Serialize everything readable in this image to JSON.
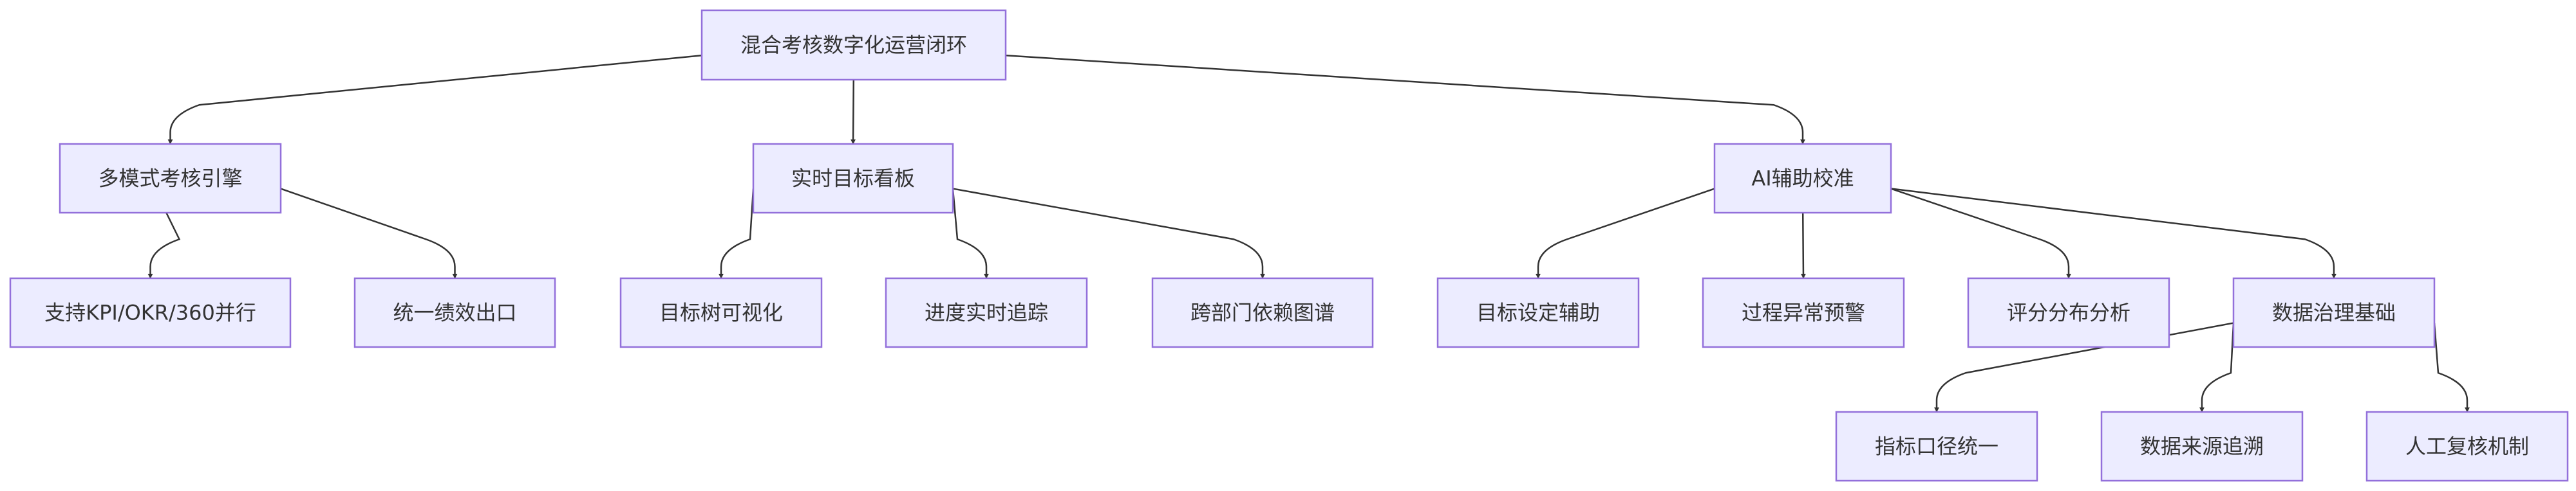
{
  "diagram": {
    "nodes": [
      {
        "id": "root",
        "label": "混合考核数字化运营闭环"
      },
      {
        "id": "engine",
        "label": "多模式考核引擎"
      },
      {
        "id": "board",
        "label": "实时目标看板"
      },
      {
        "id": "ai",
        "label": "AI辅助校准"
      },
      {
        "id": "kpi",
        "label": "支持KPI/OKR/360并行"
      },
      {
        "id": "unify",
        "label": "统一绩效出口"
      },
      {
        "id": "tree",
        "label": "目标树可视化"
      },
      {
        "id": "track",
        "label": "进度实时追踪"
      },
      {
        "id": "dep",
        "label": "跨部门依赖图谱"
      },
      {
        "id": "goal",
        "label": "目标设定辅助"
      },
      {
        "id": "warn",
        "label": "过程异常预警"
      },
      {
        "id": "score",
        "label": "评分分布分析"
      },
      {
        "id": "gov",
        "label": "数据治理基础"
      },
      {
        "id": "metric",
        "label": "指标口径统一"
      },
      {
        "id": "trace",
        "label": "数据来源追溯"
      },
      {
        "id": "review",
        "label": "人工复核机制"
      }
    ],
    "edges": [
      {
        "from": "root",
        "to": "engine"
      },
      {
        "from": "root",
        "to": "board"
      },
      {
        "from": "root",
        "to": "ai"
      },
      {
        "from": "engine",
        "to": "kpi"
      },
      {
        "from": "engine",
        "to": "unify"
      },
      {
        "from": "board",
        "to": "tree"
      },
      {
        "from": "board",
        "to": "track"
      },
      {
        "from": "board",
        "to": "dep"
      },
      {
        "from": "ai",
        "to": "goal"
      },
      {
        "from": "ai",
        "to": "warn"
      },
      {
        "from": "ai",
        "to": "score"
      },
      {
        "from": "ai",
        "to": "gov"
      },
      {
        "from": "gov",
        "to": "metric"
      },
      {
        "from": "gov",
        "to": "trace"
      },
      {
        "from": "gov",
        "to": "review"
      }
    ]
  }
}
